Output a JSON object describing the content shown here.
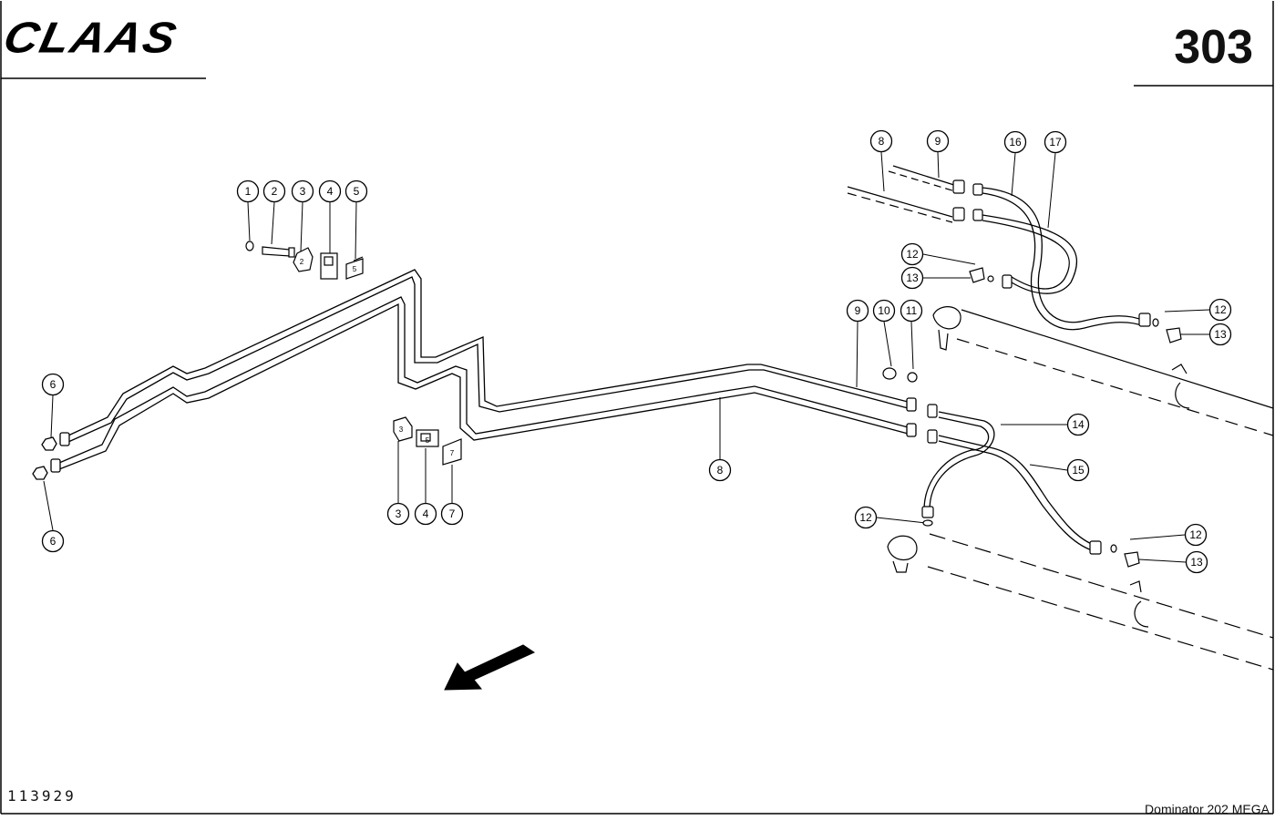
{
  "header": {
    "brand": "CLAAS",
    "page_number": "303"
  },
  "footer": {
    "drawing_id": "113929",
    "model": "Dominator  202 MEGA"
  },
  "callouts": [
    "1",
    "2",
    "3",
    "4",
    "5",
    "6",
    "6",
    "3",
    "4",
    "7",
    "8",
    "8",
    "9",
    "16",
    "17",
    "12",
    "13",
    "12",
    "13",
    "9",
    "10",
    "11",
    "14",
    "15",
    "12",
    "12",
    "13"
  ],
  "part_labels": [
    "2",
    "5",
    "3",
    "5",
    "7"
  ]
}
